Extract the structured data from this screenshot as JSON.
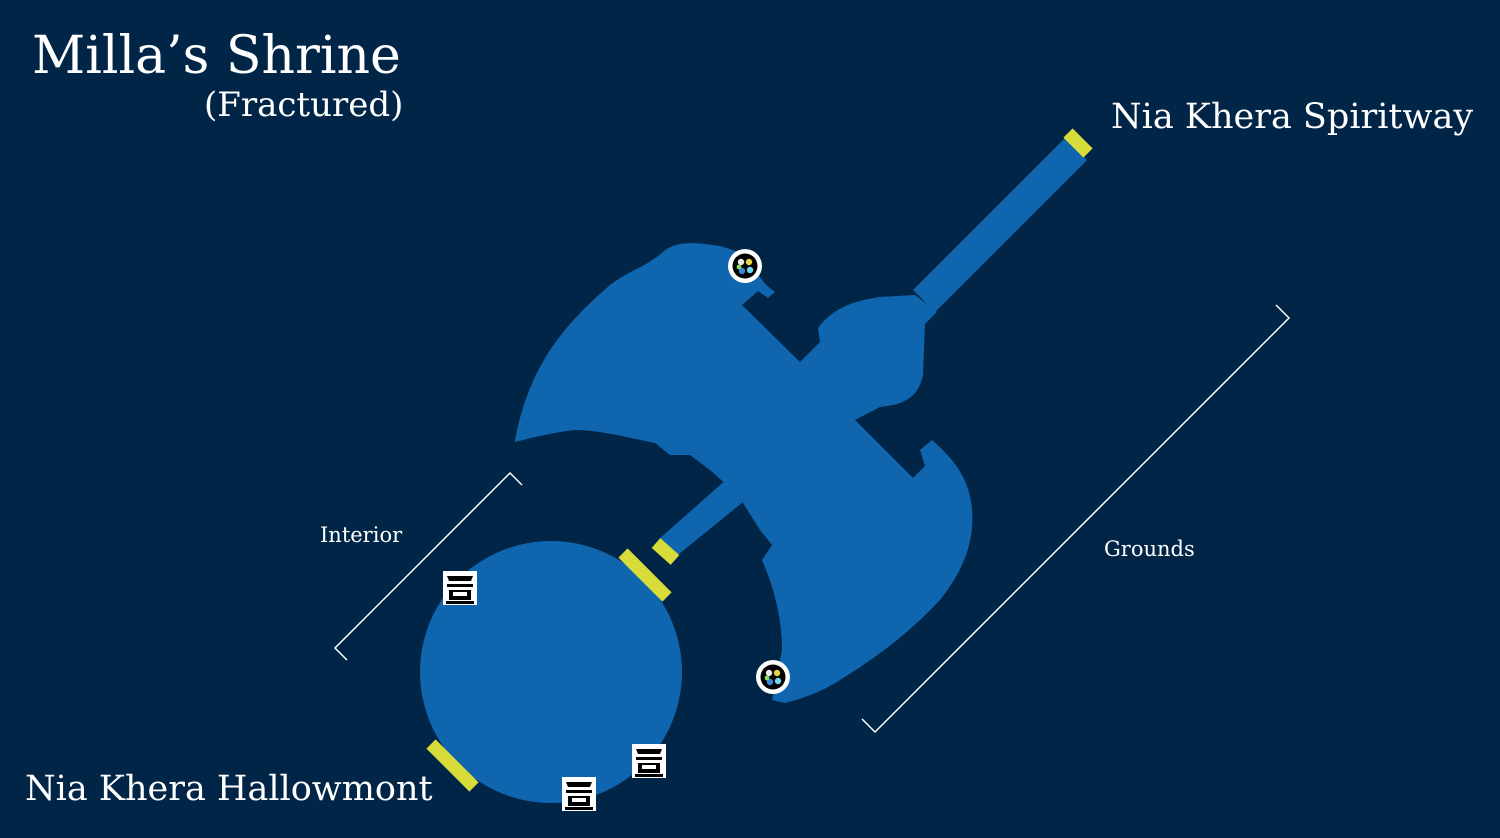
{
  "map": {
    "title": "Milla’s Shrine",
    "subtitle": "(Fractured)",
    "exits": {
      "north_east": "Nia Khera Spiritway",
      "south_west": "Nia Khera Hallowmont"
    },
    "regions": {
      "interior": "Interior",
      "grounds": "Grounds"
    },
    "markers": [
      {
        "type": "orb-icon"
      },
      {
        "type": "orb-icon"
      },
      {
        "type": "chest-icon"
      },
      {
        "type": "chest-icon"
      },
      {
        "type": "chest-icon"
      }
    ],
    "colors": {
      "background": "#002546",
      "floor": "#1065af",
      "door": "#d7dc3a",
      "text": "#ffffff"
    }
  }
}
